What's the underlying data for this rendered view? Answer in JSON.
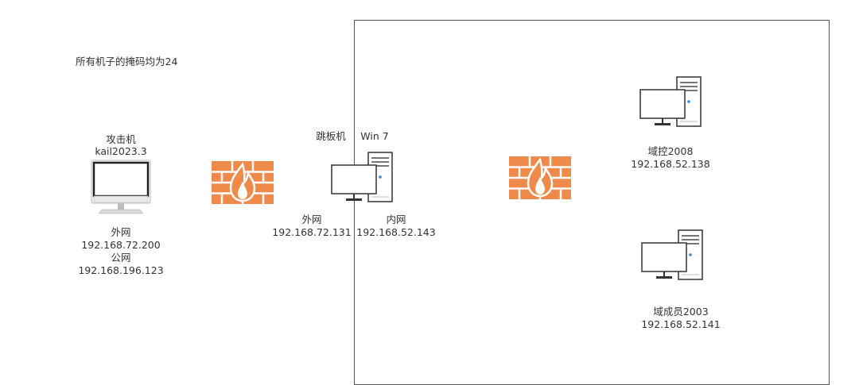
{
  "note": "所有机子的掩码均为24",
  "attacker": {
    "title": "攻击机",
    "os": "kail2023.3",
    "ext_label": "外网",
    "ext_ip": "192.168.72.200",
    "pub_label": "公网",
    "pub_ip": "192.168.196.123"
  },
  "jump": {
    "title": "跳板机",
    "os": "Win 7",
    "ext_label": "外网",
    "ext_ip": "192.168.72.131",
    "int_label": "内网",
    "int_ip": "192.168.52.143"
  },
  "dc": {
    "name": "域控2008",
    "ip": "192.168.52.138"
  },
  "member": {
    "name": "域成员2003",
    "ip": "192.168.52.141"
  },
  "colors": {
    "firewall_brick": "#F08A4B",
    "firewall_mortar": "#FFFFFF",
    "boundary": "#555555",
    "pc_outline": "#333333"
  },
  "icons": [
    "monitor-icon",
    "firewall-icon",
    "pc-icon"
  ]
}
